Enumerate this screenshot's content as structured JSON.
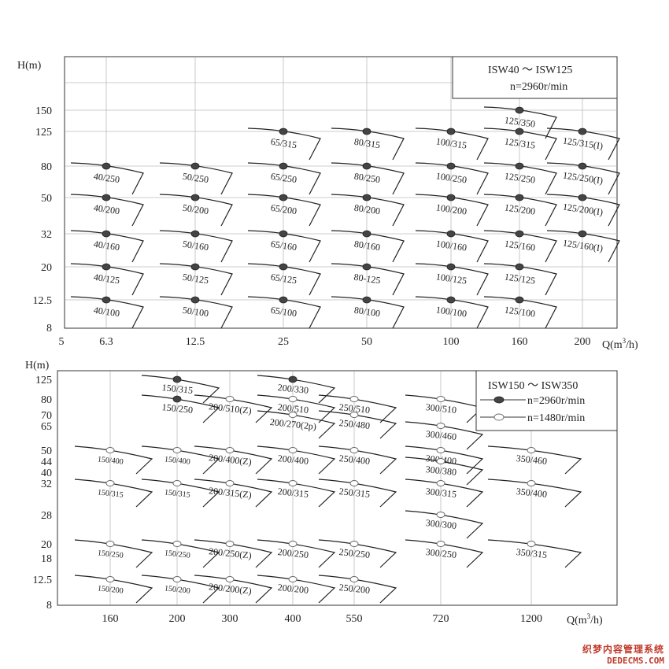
{
  "colors": {
    "line": "#222222",
    "grid": "#bbbbbb",
    "filled_dot": "#444444",
    "watermark": "#c0392b"
  },
  "watermark": {
    "line1": "织梦内容管理系统",
    "line2": "DEDECMS.COM"
  },
  "chart_data": [
    {
      "type": "scatter",
      "legend_title": "ISW40 ～ ISW125",
      "legend_speed": "n=2960r/min",
      "legend_position": "top-right",
      "ylabel": "H(m)",
      "xlabel": "Q(m³/h)",
      "xlabel_parts": {
        "pre": "Q(m",
        "sup": "3",
        "post": "/h)"
      },
      "x_ticks": [
        "5",
        "6.3",
        "12.5",
        "25",
        "50",
        "100",
        "160",
        "200"
      ],
      "y_ticks": [
        "150",
        "125",
        "80",
        "50",
        "32",
        "20",
        "12.5",
        "8"
      ],
      "points": [
        {
          "label": "40/250",
          "x": 6.3,
          "y": 80
        },
        {
          "label": "40/200",
          "x": 6.3,
          "y": 50
        },
        {
          "label": "40/160",
          "x": 6.3,
          "y": 32
        },
        {
          "label": "40/125",
          "x": 6.3,
          "y": 20
        },
        {
          "label": "40/100",
          "x": 6.3,
          "y": 12.5
        },
        {
          "label": "50/250",
          "x": 12.5,
          "y": 80
        },
        {
          "label": "50/200",
          "x": 12.5,
          "y": 50
        },
        {
          "label": "50/160",
          "x": 12.5,
          "y": 32
        },
        {
          "label": "50/125",
          "x": 12.5,
          "y": 20
        },
        {
          "label": "50/100",
          "x": 12.5,
          "y": 12.5
        },
        {
          "label": "65/315",
          "x": 25,
          "y": 125
        },
        {
          "label": "65/250",
          "x": 25,
          "y": 80
        },
        {
          "label": "65/200",
          "x": 25,
          "y": 50
        },
        {
          "label": "65/160",
          "x": 25,
          "y": 32
        },
        {
          "label": "65/125",
          "x": 25,
          "y": 20
        },
        {
          "label": "65/100",
          "x": 25,
          "y": 12.5
        },
        {
          "label": "80/315",
          "x": 50,
          "y": 125
        },
        {
          "label": "80/250",
          "x": 50,
          "y": 80
        },
        {
          "label": "80/200",
          "x": 50,
          "y": 50
        },
        {
          "label": "80/160",
          "x": 50,
          "y": 32
        },
        {
          "label": "80-125",
          "x": 50,
          "y": 20
        },
        {
          "label": "80/100",
          "x": 50,
          "y": 12.5
        },
        {
          "label": "100/315",
          "x": 100,
          "y": 125
        },
        {
          "label": "100/250",
          "x": 100,
          "y": 80
        },
        {
          "label": "100/200",
          "x": 100,
          "y": 50
        },
        {
          "label": "100/160",
          "x": 100,
          "y": 32
        },
        {
          "label": "100/125",
          "x": 100,
          "y": 20
        },
        {
          "label": "100/100",
          "x": 100,
          "y": 12.5
        },
        {
          "label": "125/350",
          "x": 160,
          "y": 150
        },
        {
          "label": "125/315",
          "x": 160,
          "y": 125
        },
        {
          "label": "125/250",
          "x": 160,
          "y": 80
        },
        {
          "label": "125/200",
          "x": 160,
          "y": 50
        },
        {
          "label": "125/160",
          "x": 160,
          "y": 32
        },
        {
          "label": "125/125",
          "x": 160,
          "y": 20
        },
        {
          "label": "125/100",
          "x": 160,
          "y": 12.5
        },
        {
          "label": "125/315(I)",
          "x": 200,
          "y": 125
        },
        {
          "label": "125/250(I)",
          "x": 200,
          "y": 80
        },
        {
          "label": "125/200(I)",
          "x": 200,
          "y": 50
        },
        {
          "label": "125/160(I)",
          "x": 200,
          "y": 32
        }
      ]
    },
    {
      "type": "scatter",
      "legend_title": "ISW150 ～ ISW350",
      "legend_speed_2960": "n=2960r/min",
      "legend_speed_1480": "n=1480r/min",
      "legend_position": "top-right",
      "ylabel": "H(m)",
      "xlabel": "Q(m³/h)",
      "xlabel_parts": {
        "pre": "Q(m",
        "sup": "3",
        "post": "/h)"
      },
      "x_ticks": [
        "160",
        "200",
        "300",
        "400",
        "550",
        "720",
        "1200"
      ],
      "y_ticks": [
        "125",
        "80",
        "70",
        "65",
        "50",
        "44",
        "40",
        "32",
        "28",
        "20",
        "18",
        "12.5",
        "8"
      ],
      "points": [
        {
          "label": "150/315",
          "x": 200,
          "y": 125,
          "speed": 2960
        },
        {
          "label": "150/250",
          "x": 200,
          "y": 80,
          "speed": 2960
        },
        {
          "label": "200/330",
          "x": 400,
          "y": 125,
          "speed": 2960
        },
        {
          "label": "200/510(Z)",
          "x": 300,
          "y": 80,
          "speed": 1480
        },
        {
          "label": "200/510",
          "x": 400,
          "y": 80,
          "speed": 1480
        },
        {
          "label": "200/270(2p)",
          "x": 400,
          "y": 70,
          "speed": 1480
        },
        {
          "label": "250/510",
          "x": 550,
          "y": 80,
          "speed": 1480
        },
        {
          "label": "250/480",
          "x": 550,
          "y": 70,
          "speed": 1480
        },
        {
          "label": "300/510",
          "x": 720,
          "y": 80,
          "speed": 1480
        },
        {
          "label": "300/460",
          "x": 720,
          "y": 65,
          "speed": 1480
        },
        {
          "label": "350/460",
          "x": 1200,
          "y": 50,
          "speed": 1480
        },
        {
          "label": "150/400",
          "x": 160,
          "y": 50,
          "speed": 1480
        },
        {
          "label": "150/400",
          "x": 200,
          "y": 50,
          "speed": 1480
        },
        {
          "label": "200/400(Z)",
          "x": 300,
          "y": 50,
          "speed": 1480
        },
        {
          "label": "200/400",
          "x": 400,
          "y": 50,
          "speed": 1480
        },
        {
          "label": "250/400",
          "x": 550,
          "y": 50,
          "speed": 1480
        },
        {
          "label": "300/400",
          "x": 720,
          "y": 50,
          "speed": 1480
        },
        {
          "label": "300/380",
          "x": 720,
          "y": 44,
          "speed": 1480
        },
        {
          "label": "150/315",
          "x": 160,
          "y": 32,
          "speed": 1480
        },
        {
          "label": "150/315",
          "x": 200,
          "y": 32,
          "speed": 1480
        },
        {
          "label": "200/315(Z)",
          "x": 300,
          "y": 32,
          "speed": 1480
        },
        {
          "label": "200/315",
          "x": 400,
          "y": 32,
          "speed": 1480
        },
        {
          "label": "250/315",
          "x": 550,
          "y": 32,
          "speed": 1480
        },
        {
          "label": "300/315",
          "x": 720,
          "y": 32,
          "speed": 1480
        },
        {
          "label": "350/400",
          "x": 1200,
          "y": 32,
          "speed": 1480
        },
        {
          "label": "300/300",
          "x": 720,
          "y": 28,
          "speed": 1480
        },
        {
          "label": "150/250",
          "x": 160,
          "y": 20,
          "speed": 1480
        },
        {
          "label": "150/250",
          "x": 200,
          "y": 20,
          "speed": 1480
        },
        {
          "label": "200/250(Z)",
          "x": 300,
          "y": 20,
          "speed": 1480
        },
        {
          "label": "200/250",
          "x": 400,
          "y": 20,
          "speed": 1480
        },
        {
          "label": "250/250",
          "x": 550,
          "y": 20,
          "speed": 1480
        },
        {
          "label": "300/250",
          "x": 720,
          "y": 20,
          "speed": 1480
        },
        {
          "label": "350/315",
          "x": 1200,
          "y": 20,
          "speed": 1480
        },
        {
          "label": "150/200",
          "x": 160,
          "y": 12.5,
          "speed": 1480
        },
        {
          "label": "150/200",
          "x": 200,
          "y": 12.5,
          "speed": 1480
        },
        {
          "label": "200/200(Z)",
          "x": 300,
          "y": 12.5,
          "speed": 1480
        },
        {
          "label": "200/200",
          "x": 400,
          "y": 12.5,
          "speed": 1480
        },
        {
          "label": "250/200",
          "x": 550,
          "y": 12.5,
          "speed": 1480
        }
      ]
    }
  ]
}
